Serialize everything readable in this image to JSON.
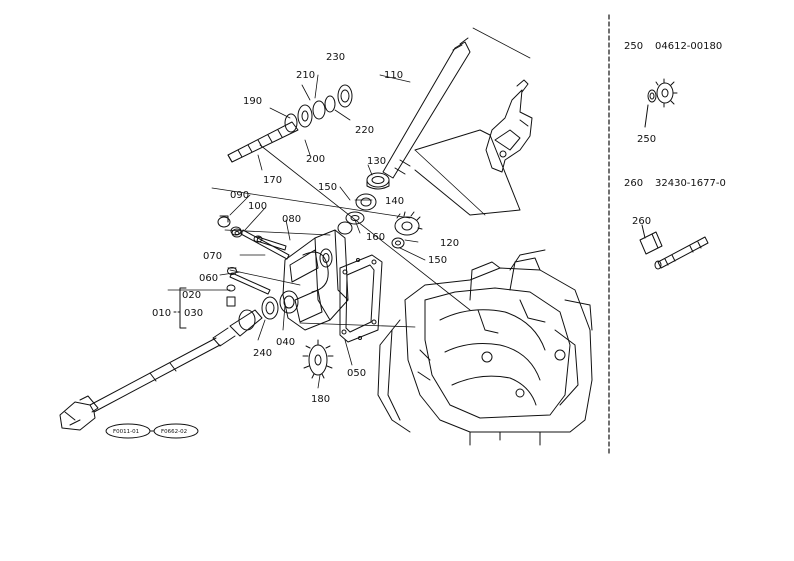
{
  "callouts": {
    "c230": "230",
    "c210": "210",
    "c190": "190",
    "c220": "220",
    "c200": "200",
    "c110": "110",
    "c170": "170",
    "c130": "130",
    "c140": "140",
    "c150a": "150",
    "c090": "090",
    "c100": "100",
    "c080": "080",
    "c160": "160",
    "c120": "120",
    "c070": "070",
    "c150b": "150",
    "c060": "060",
    "c020": "020",
    "c010": "010",
    "c030": "030",
    "c240": "240",
    "c040": "040",
    "c050": "050",
    "c180": "180"
  },
  "references": {
    "ref1": "F0011-01",
    "ref2": "F0662-02"
  },
  "side_panel": {
    "item1_no": "250",
    "item1_part": "04612-00180",
    "item1_callout": "250",
    "item2_no": "260",
    "item2_part": "32430-1677-0",
    "item2_callout": "260"
  },
  "colors": {
    "ink": "#111111",
    "paper": "#ffffff"
  }
}
